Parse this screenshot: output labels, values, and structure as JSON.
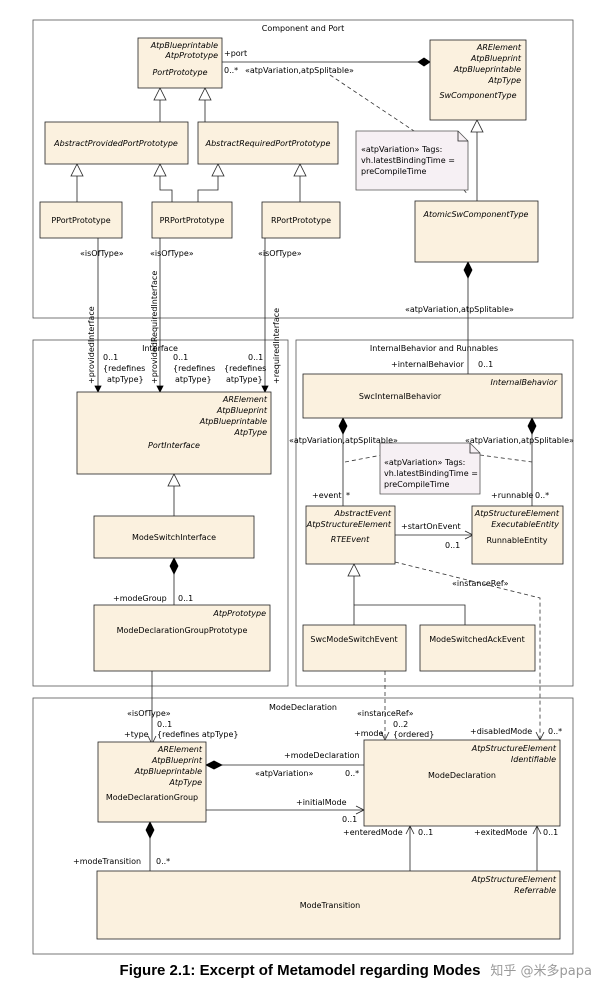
{
  "packages": {
    "component_and_port": "Component and Port",
    "interface": "Interface",
    "internal_behavior": "InternalBehavior and Runnables",
    "mode_declaration": "ModeDeclaration"
  },
  "classes": {
    "port_prototype": {
      "stereotypes": [
        "AtpBlueprintable",
        "AtpPrototype"
      ],
      "name": "PortPrototype"
    },
    "sw_component_type": {
      "stereotypes": [
        "ARElement",
        "AtpBlueprint",
        "AtpBlueprintable",
        "AtpType"
      ],
      "name": "SwComponentType"
    },
    "abstract_provided": {
      "name": "AbstractProvidedPortPrototype"
    },
    "abstract_required": {
      "name": "AbstractRequiredPortPrototype"
    },
    "pport": {
      "name": "PPortPrototype"
    },
    "prport": {
      "name": "PRPortPrototype"
    },
    "rport": {
      "name": "RPortPrototype"
    },
    "atomic_sw": {
      "name": "AtomicSwComponentType"
    },
    "port_interface": {
      "stereotypes": [
        "ARElement",
        "AtpBlueprint",
        "AtpBlueprintable",
        "AtpType"
      ],
      "name": "PortInterface"
    },
    "mode_switch_interface": {
      "name": "ModeSwitchInterface"
    },
    "mode_decl_group_proto": {
      "stereotypes": [
        "AtpPrototype"
      ],
      "name": "ModeDeclarationGroupPrototype"
    },
    "swc_internal_behavior": {
      "stereotypes": [
        "InternalBehavior"
      ],
      "name": "SwcInternalBehavior"
    },
    "rte_event": {
      "stereotypes": [
        "AbstractEvent",
        "AtpStructureElement"
      ],
      "name": "RTEEvent"
    },
    "runnable_entity": {
      "stereotypes": [
        "AtpStructureElement",
        "ExecutableEntity"
      ],
      "name": "RunnableEntity"
    },
    "swc_mode_switch_event": {
      "name": "SwcModeSwitchEvent"
    },
    "mode_switched_ack_event": {
      "name": "ModeSwitchedAckEvent"
    },
    "mode_declaration_group": {
      "stereotypes": [
        "ARElement",
        "AtpBlueprint",
        "AtpBlueprintable",
        "AtpType"
      ],
      "name": "ModeDeclarationGroup"
    },
    "mode_declaration": {
      "stereotypes": [
        "AtpStructureElement",
        "Identifiable"
      ],
      "name": "ModeDeclaration"
    },
    "mode_transition": {
      "stereotypes": [
        "AtpStructureElement",
        "Referrable"
      ],
      "name": "ModeTransition"
    }
  },
  "notes": {
    "note1": [
      "«atpVariation» Tags:",
      "vh.latestBindingTime =",
      "preCompileTime"
    ],
    "note2": [
      "«atpVariation» Tags:",
      "vh.latestBindingTime =",
      "preCompileTime"
    ]
  },
  "labels": {
    "port_role": "+port",
    "port_mult": "0..*",
    "atp_var_split_1": "«atpVariation,atpSplitable»",
    "is_of_type_1": "«isOfType»",
    "is_of_type_2": "«isOfType»",
    "is_of_type_3": "«isOfType»",
    "atp_var_split_2": "«atpVariation,atpSplitable»",
    "provided_iface": "+providedInterface",
    "provided_req_iface": "+providedRequiredInterface",
    "required_iface": "+requiredInterface",
    "mult_01_a": "0..1",
    "redefines_a1": "{redefines",
    "redefines_a2": "atpType}",
    "mult_01_b": "0..1",
    "redefines_b1": "{redefines",
    "redefines_b2": "atpType}",
    "mult_01_c": "0..1",
    "redefines_c1": "{redefines",
    "redefines_c2": "atpType}",
    "internal_behavior_role": "+internalBehavior",
    "internal_behavior_mult": "0..1",
    "atp_var_split_3": "«atpVariation,atpSplitable»",
    "atp_var_split_4": "«atpVariation,atpSplitable»",
    "event_role": "+event",
    "event_mult": "*",
    "runnable_role": "+runnable",
    "runnable_mult": "0..*",
    "start_on_event": "+startOnEvent",
    "start_on_event_mult": "0..1",
    "instance_ref_1": "«instanceRef»",
    "mode_group_role": "+modeGroup",
    "mode_group_mult": "0..1",
    "is_of_type_4": "«isOfType»",
    "type_role": "+type",
    "type_mult": "0..1",
    "redefines_type": "{redefines atpType}",
    "instance_ref_2": "«instanceRef»",
    "mode_role": "+mode",
    "mode_mult": "0..2",
    "mode_ordered": "{ordered}",
    "disabled_mode_role": "+disabledMode",
    "disabled_mode_mult": "0..*",
    "mode_declaration_role": "+modeDeclaration",
    "atp_variation": "«atpVariation»",
    "mode_declaration_mult": "0..*",
    "initial_mode_role": "+initialMode",
    "initial_mode_mult": "0..1",
    "entered_mode_role": "+enteredMode",
    "entered_mode_mult": "0..1",
    "exited_mode_role": "+exitedMode",
    "exited_mode_mult": "0..1",
    "mode_transition_role": "+modeTransition",
    "mode_transition_mult": "0..*"
  },
  "caption": "Figure 2.1: Excerpt of Metamodel regarding Modes",
  "watermark": "知乎 @米多papa"
}
